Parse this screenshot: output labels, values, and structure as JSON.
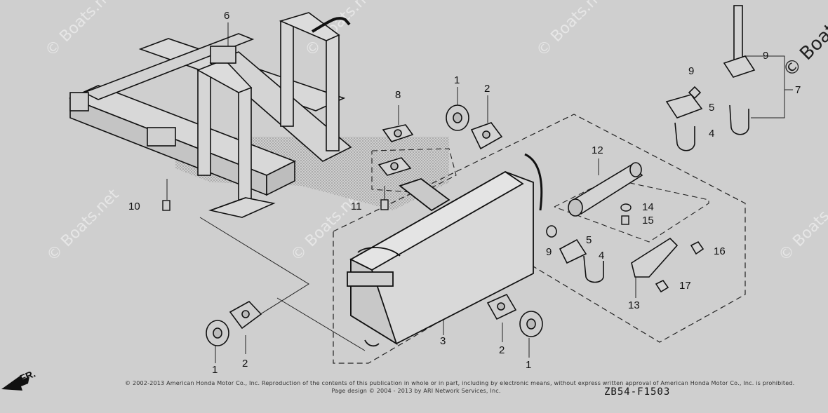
{
  "watermark": {
    "text": "© Boats.net"
  },
  "part_numbers": {
    "p1_top": "1",
    "p2_top": "2",
    "p3": "3",
    "p4_right_top": "4",
    "p4_mid": "4",
    "p5_right_top": "5",
    "p5_mid": "5",
    "p6": "6",
    "p7": "7",
    "p8": "8",
    "p9_right_top": "9",
    "p9_right_mid": "9",
    "p9_mid": "9",
    "p10": "10",
    "p11": "11",
    "p12": "12",
    "p13": "13",
    "p14": "14",
    "p15": "15",
    "p16": "16",
    "p17": "17",
    "p1_bottom_left": "1",
    "p2_bottom_left": "2",
    "p2_bottom_mid": "2",
    "p1_bottom_right": "1"
  },
  "copyright_line1": "© 2002-2013 American Honda Motor Co., Inc. Reproduction of the contents of this publication in whole or in part, including by electronic means, without express written approval of American Honda Motor Co., Inc. is prohibited.",
  "copyright_line2": "Page design © 2004 - 2013 by ARI Network Services, Inc.",
  "diagram_code": "ZB54-F1503",
  "direction_label": "FR."
}
